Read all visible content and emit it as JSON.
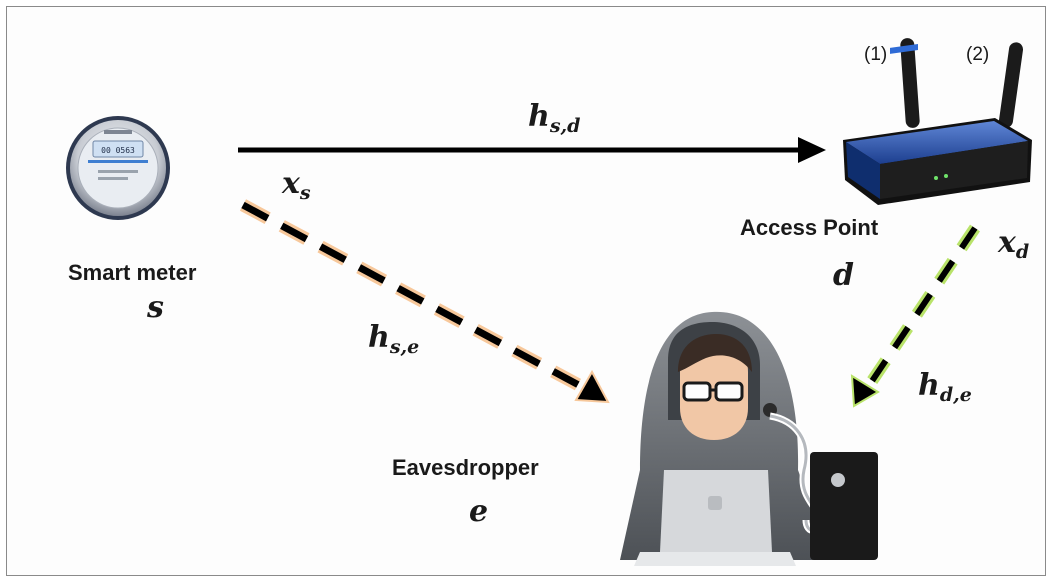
{
  "nodes": {
    "smart_meter": {
      "label": "Smart meter",
      "symbol": "s",
      "display_reading": "00 0563"
    },
    "access_point": {
      "label": "Access Point",
      "symbol": "d",
      "antenna_1": "(1)",
      "antenna_2": "(2)"
    },
    "eavesdropper": {
      "label": "Eavesdropper",
      "symbol": "e"
    }
  },
  "signals": {
    "x_s": {
      "base": "x",
      "sub": "s"
    },
    "x_d": {
      "base": "x",
      "sub": "d"
    }
  },
  "links": {
    "h_sd": {
      "base": "h",
      "sub": "s,d",
      "style": "solid",
      "color": "#000000"
    },
    "h_se": {
      "base": "h",
      "sub": "s,e",
      "style": "dashed",
      "color": "#000000",
      "glow": "#f7c89b"
    },
    "h_de": {
      "base": "h",
      "sub": "d,e",
      "style": "dashed",
      "color": "#000000",
      "glow": "#b9e36a"
    }
  }
}
